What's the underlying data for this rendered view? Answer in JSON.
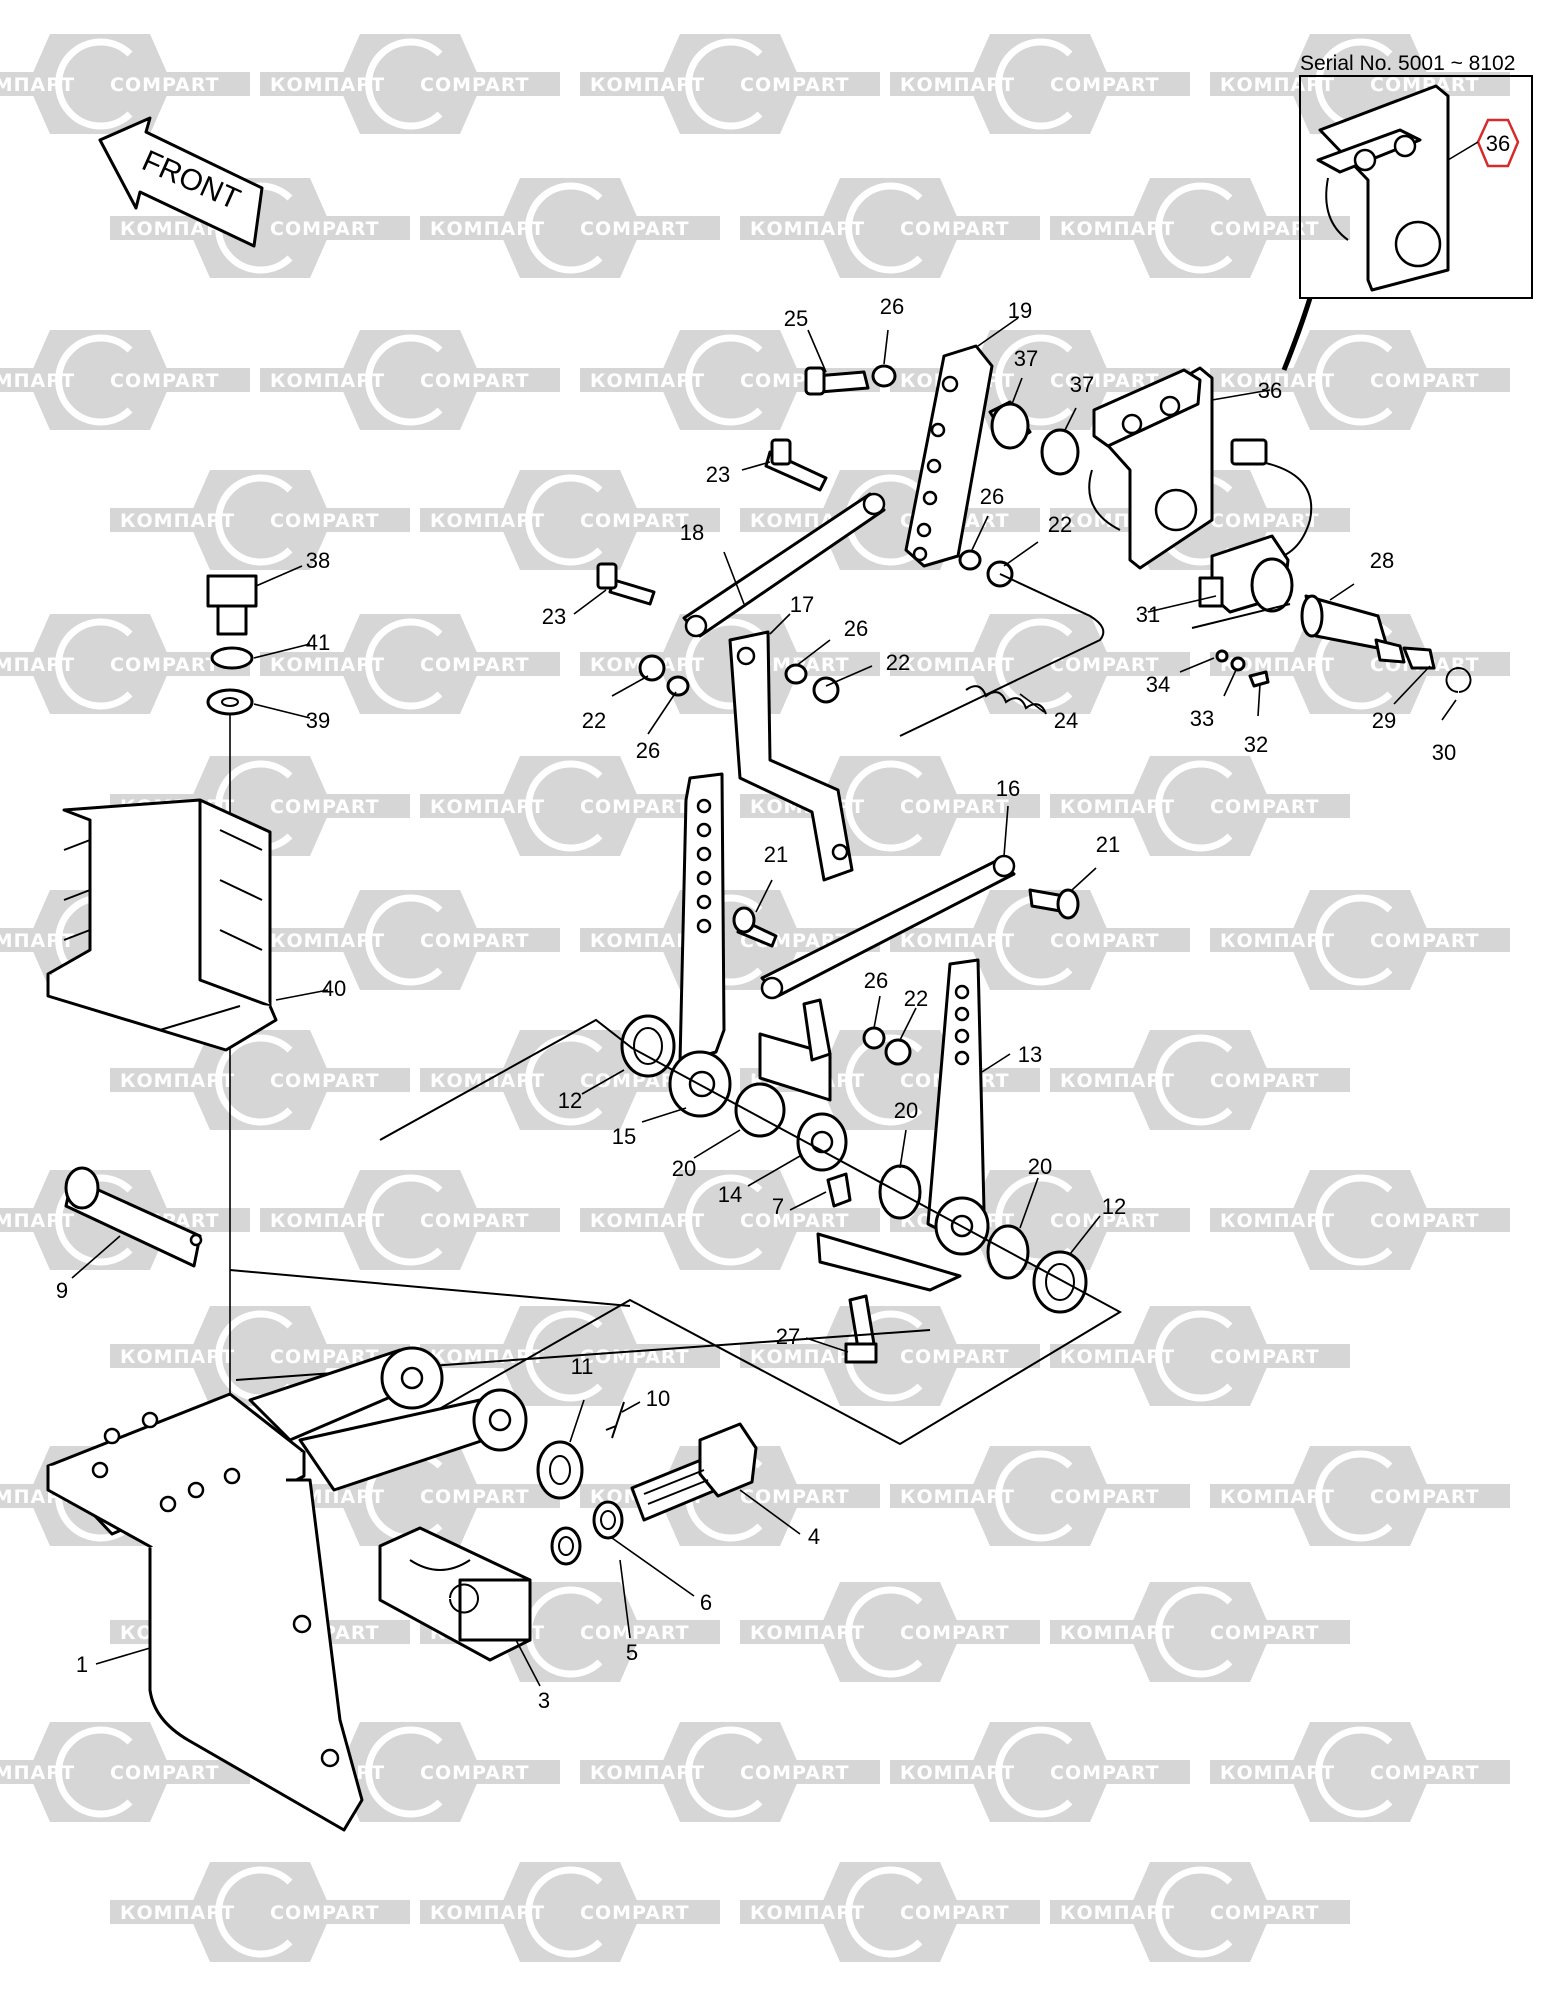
{
  "front_label": "FRONT",
  "serial_note": "Serial No. 5001 ~ 8102",
  "inset_callout": "36",
  "watermark": {
    "text_a": "КОМПАРТ",
    "text_b": "COMPART",
    "color": "#d6d6d6"
  },
  "accent_color": "#d62b2b",
  "callouts": [
    {
      "id": "c1",
      "label": "1"
    },
    {
      "id": "c3",
      "label": "3"
    },
    {
      "id": "c4",
      "label": "4"
    },
    {
      "id": "c5",
      "label": "5"
    },
    {
      "id": "c6",
      "label": "6"
    },
    {
      "id": "c7",
      "label": "7"
    },
    {
      "id": "c9",
      "label": "9"
    },
    {
      "id": "c10",
      "label": "10"
    },
    {
      "id": "c11",
      "label": "11"
    },
    {
      "id": "c12a",
      "label": "12"
    },
    {
      "id": "c12b",
      "label": "12"
    },
    {
      "id": "c13",
      "label": "13"
    },
    {
      "id": "c14",
      "label": "14"
    },
    {
      "id": "c15",
      "label": "15"
    },
    {
      "id": "c16",
      "label": "16"
    },
    {
      "id": "c17",
      "label": "17"
    },
    {
      "id": "c18",
      "label": "18"
    },
    {
      "id": "c19",
      "label": "19"
    },
    {
      "id": "c20a",
      "label": "20"
    },
    {
      "id": "c20b",
      "label": "20"
    },
    {
      "id": "c20c",
      "label": "20"
    },
    {
      "id": "c21a",
      "label": "21"
    },
    {
      "id": "c21b",
      "label": "21"
    },
    {
      "id": "c22a",
      "label": "22"
    },
    {
      "id": "c22b",
      "label": "22"
    },
    {
      "id": "c22c",
      "label": "22"
    },
    {
      "id": "c22d",
      "label": "22"
    },
    {
      "id": "c23a",
      "label": "23"
    },
    {
      "id": "c23b",
      "label": "23"
    },
    {
      "id": "c24",
      "label": "24"
    },
    {
      "id": "c25",
      "label": "25"
    },
    {
      "id": "c26a",
      "label": "26"
    },
    {
      "id": "c26b",
      "label": "26"
    },
    {
      "id": "c26c",
      "label": "26"
    },
    {
      "id": "c26d",
      "label": "26"
    },
    {
      "id": "c26e",
      "label": "26"
    },
    {
      "id": "c27",
      "label": "27"
    },
    {
      "id": "c28",
      "label": "28"
    },
    {
      "id": "c29",
      "label": "29"
    },
    {
      "id": "c30",
      "label": "30"
    },
    {
      "id": "c31",
      "label": "31"
    },
    {
      "id": "c32",
      "label": "32"
    },
    {
      "id": "c33",
      "label": "33"
    },
    {
      "id": "c34",
      "label": "34"
    },
    {
      "id": "c36",
      "label": "36"
    },
    {
      "id": "c37a",
      "label": "37"
    },
    {
      "id": "c37b",
      "label": "37"
    },
    {
      "id": "c38",
      "label": "38"
    },
    {
      "id": "c39",
      "label": "39"
    },
    {
      "id": "c40",
      "label": "40"
    },
    {
      "id": "c41",
      "label": "41"
    }
  ]
}
